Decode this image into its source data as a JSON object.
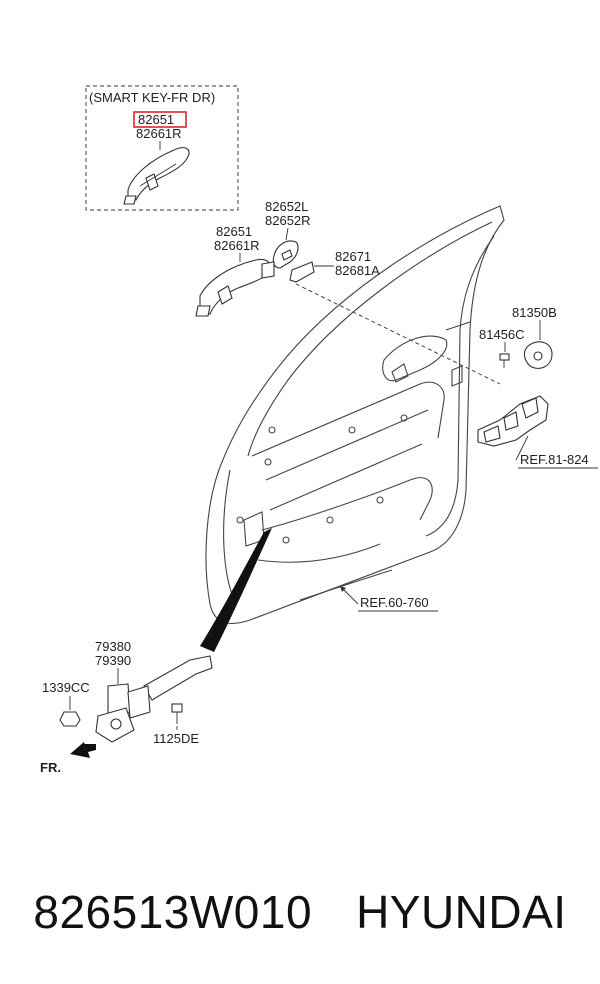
{
  "callouts": {
    "smart_key_box": "(SMART KEY-FR DR)",
    "smart_key_part_a": "82651",
    "smart_key_part_b": "82661R",
    "handle_cover_a": "82652L",
    "handle_cover_b": "82652R",
    "handle_a": "82651",
    "handle_b": "82661R",
    "pad_a": "82671",
    "pad_b": "82681A",
    "cylinder": "81350B",
    "screw": "81456C",
    "ref_latch": "REF.81-824",
    "ref_panel": "REF.60-760",
    "checker_a": "79380",
    "checker_b": "79390",
    "nut": "1339CC",
    "bolt": "1125DE",
    "front": "FR."
  },
  "caption": {
    "part_number": "826513W010",
    "brand": "HYUNDAI"
  },
  "colors": {
    "highlight_box": "#d9272e",
    "line": "#333333"
  }
}
